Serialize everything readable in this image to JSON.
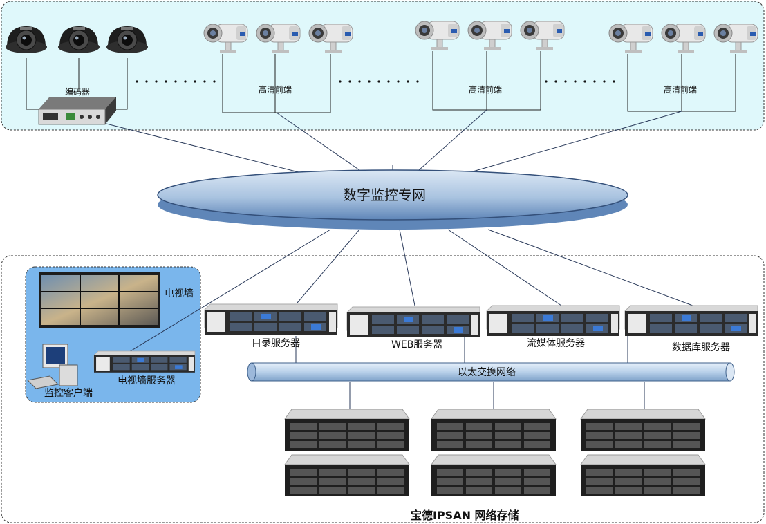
{
  "labels": {
    "encoder": "编码器",
    "hd_front_1": "高清前端",
    "hd_front_2": "高清前端",
    "hd_front_3": "高清前端",
    "private_net": "数字监控专网",
    "tv_wall": "电视墙",
    "monitor_client": "监控客户端",
    "tv_wall_server": "电视墙服务器",
    "directory_server": "目录服务器",
    "web_server": "WEB服务器",
    "stream_server": "流媒体服务器",
    "database_server": "数据库服务器",
    "ethernet": "以太交换网络",
    "storage": "宝德IPSAN 网络存储"
  },
  "colors": {
    "top_zone_fill": "#dff8fb",
    "client_zone_fill": "#7ab6ec",
    "network_ellipse": "#aec6e2",
    "ethernet_pipe": "#b7d0ea",
    "server_body": "#2b2b2b",
    "link_line": "#2a3a5a"
  },
  "icons": [
    "dome-camera-icon",
    "bullet-camera-icon",
    "encoder-icon",
    "rack-server-icon",
    "storage-array-icon",
    "tv-wall-icon",
    "computer-icon"
  ]
}
